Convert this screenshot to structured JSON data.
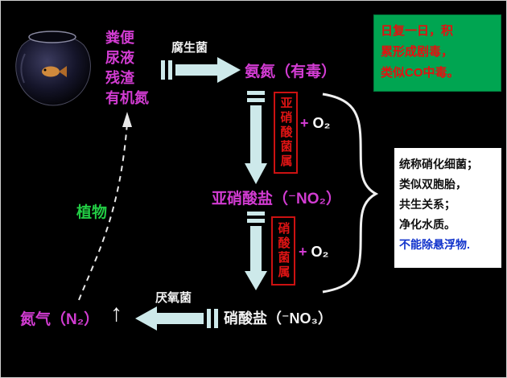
{
  "colors": {
    "background": "#000000",
    "magenta_text": "#d23cd2",
    "arrow_fill": "#cde9ea",
    "warning_box_bg": "#00a551",
    "warning_text": "#e60f0f",
    "bacteria_box_border": "#cc1111",
    "plant_green": "#22cc44",
    "info_blue": "#1133cc"
  },
  "fishbowl": {
    "description": "fishbowl-with-fish-photo"
  },
  "waste": {
    "lines": [
      "粪便",
      "尿液",
      "残渣",
      "有机氮"
    ]
  },
  "flow": {
    "saprophytic_label": "腐生菌",
    "ammonia_label": "氨氮（有毒）",
    "nitrosomonas_label": "亚硝酸菌属",
    "nitrobacter_label": "硝酸菌属",
    "plus_sign": "+",
    "o2": "O₂",
    "nitrite_label": "亚硝酸盐（⁻NO₂）",
    "nitrate_label": "硝酸盐（⁻NO₃）",
    "anaerobic_label": "厌氧菌",
    "nitrogen_gas_label": "氮气（N₂）",
    "up_arrow": "↑",
    "plant_label": "植物"
  },
  "warning_box": {
    "lines": [
      "日复一日，积",
      "累形成剧毒，",
      "类似CO中毒。"
    ]
  },
  "info_box": {
    "lines": [
      "统称硝化细菌；",
      "类似双胞胎，",
      "共生关系；",
      "净化水质。"
    ],
    "blue_line": "不能除悬浮物."
  }
}
